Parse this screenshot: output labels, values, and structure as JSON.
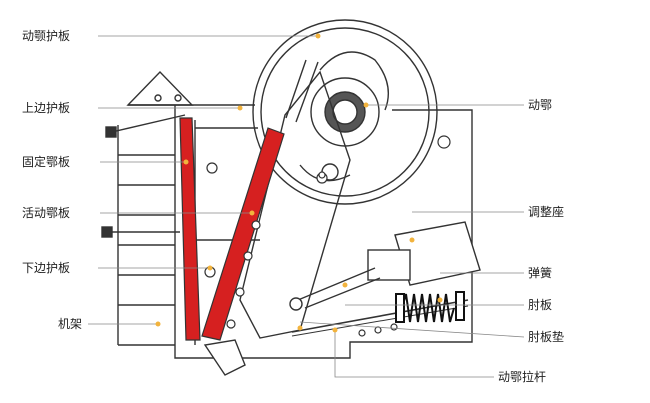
{
  "diagram": {
    "left_labels": [
      {
        "id": "movable-jaw-guard",
        "text": "动颚护板"
      },
      {
        "id": "upper-guard-plate",
        "text": "上边护板"
      },
      {
        "id": "fixed-jaw-plate",
        "text": "固定鄂板"
      },
      {
        "id": "movable-jaw-plate",
        "text": "活动鄂板"
      },
      {
        "id": "lower-guard-plate",
        "text": "下边护板"
      },
      {
        "id": "frame",
        "text": "机架"
      }
    ],
    "right_labels": [
      {
        "id": "movable-jaw",
        "text": "动鄂"
      },
      {
        "id": "adjusting-seat",
        "text": "调整座"
      },
      {
        "id": "spring",
        "text": "弹簧"
      },
      {
        "id": "toggle-plate",
        "text": "肘板"
      },
      {
        "id": "toggle-pad",
        "text": "肘板垫"
      },
      {
        "id": "jaw-pull-rod",
        "text": "动鄂拉杆"
      }
    ],
    "colors": {
      "line": "#333333",
      "leader": "#888888",
      "jaw_plate_fill": "#d62020",
      "dot": "#f2b33d",
      "spring": "#111111"
    }
  }
}
